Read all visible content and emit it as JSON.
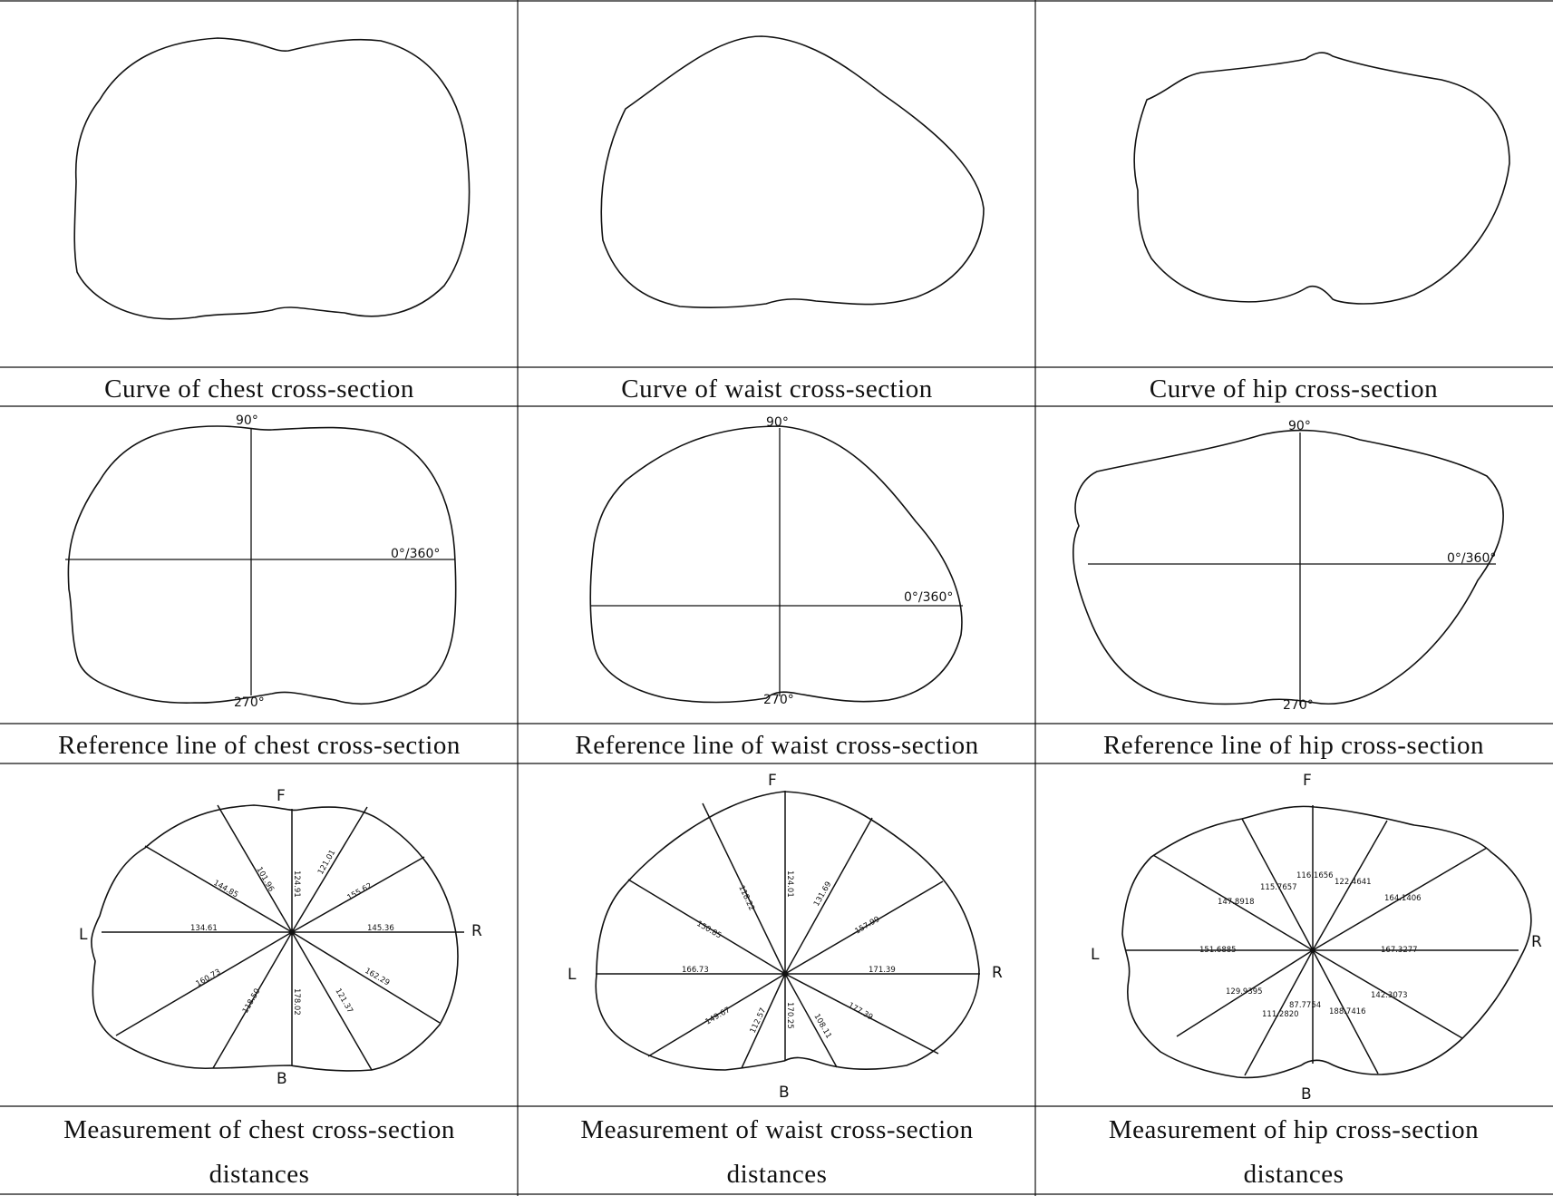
{
  "captions": {
    "chest_curve": "Curve of chest cross-section",
    "waist_curve": "Curve of waist cross-section",
    "hip_curve": "Curve of hip cross-section",
    "chest_ref": "Reference line of chest cross-section",
    "waist_ref": "Reference line of waist cross-section",
    "hip_ref": "Reference line of hip cross-section",
    "chest_meas_1": "Measurement of chest cross-section",
    "chest_meas_2": "distances",
    "waist_meas_1": "Measurement of waist cross-section",
    "waist_meas_2": "distances",
    "hip_meas_1": "Measurement of hip cross-section",
    "hip_meas_2": "distances"
  },
  "angles": {
    "top": "90°",
    "right": "0°/360°",
    "bottom": "270°"
  },
  "directions": {
    "front": "F",
    "back": "B",
    "left": "L",
    "right": "R"
  },
  "hip_values": {
    "v1": "116.1656",
    "v2": "115.7657",
    "v3": "122.4641",
    "v4": "147.8918",
    "v5": "164.1406",
    "v6": "151.6885",
    "v7": "167.3277",
    "v8": "129.9395",
    "v9": "142.3073",
    "v10": "87.7754",
    "v11": "111.2820",
    "v12": "188.7416"
  },
  "chest_values": {
    "v1": "124.91",
    "v2": "101.96",
    "v3": "121.01",
    "v4": "144.85",
    "v5": "155.62",
    "v6": "134.61",
    "v7": "145.36",
    "v8": "160.73",
    "v9": "162.29",
    "v10": "118.50",
    "v11": "121.37",
    "v12": "178.02"
  },
  "waist_values": {
    "v1": "124.01",
    "v2": "118.22",
    "v3": "131.69",
    "v4": "150.85",
    "v5": "157.99",
    "v6": "166.73",
    "v7": "171.39",
    "v8": "149.67",
    "v9": "177.39",
    "v10": "112.57",
    "v11": "108.11",
    "v12": "170.25"
  }
}
